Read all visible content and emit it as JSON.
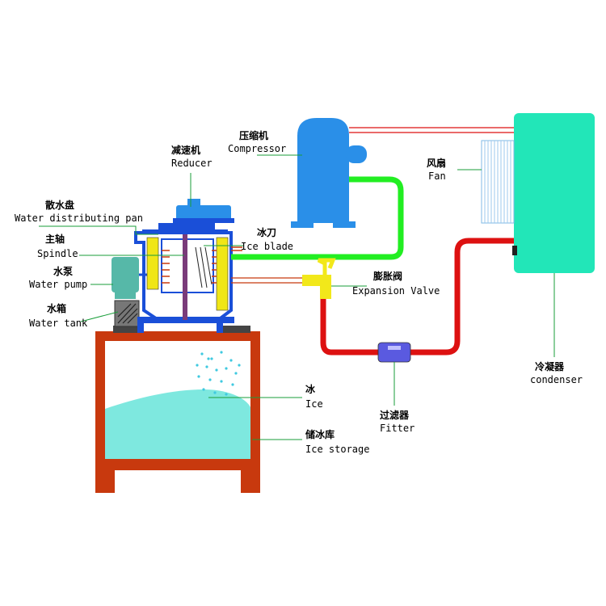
{
  "labels": {
    "compressor": {
      "zh": "压缩机",
      "en": "Compressor"
    },
    "reducer": {
      "zh": "减速机",
      "en": "Reducer"
    },
    "water_distributing_pan": {
      "zh": "散水盘",
      "en": "Water distributing pan"
    },
    "spindle": {
      "zh": "主轴",
      "en": "Spindle"
    },
    "water_pump": {
      "zh": "水泵",
      "en": "Water pump"
    },
    "water_tank": {
      "zh": "水箱",
      "en": "Water tank"
    },
    "ice_blade": {
      "zh": "冰刀",
      "en": "Ice blade"
    },
    "expansion_valve": {
      "zh": "膨胀阀",
      "en": "Expansion Valve"
    },
    "fan": {
      "zh": "风扇",
      "en": "Fan"
    },
    "condenser": {
      "zh": "冷凝器",
      "en": "condenser"
    },
    "filter": {
      "zh": "过滤器",
      "en": "Fitter"
    },
    "ice": {
      "zh": "冰",
      "en": "Ice"
    },
    "ice_storage": {
      "zh": "储冰库",
      "en": "Ice storage"
    }
  },
  "colors": {
    "storage_frame": "#c8390e",
    "ice_pile": "#7ee8df",
    "compressor": "#2a8fe8",
    "condenser": "#22e6b8",
    "suction_pipe": "#22ee22",
    "liquid_pipe": "#dd1111",
    "expansion_valve": "#f2e81a",
    "evaporator_blue": "#1a4fd8",
    "ice_maker_yellow": "#f0e616",
    "spindle_purple": "#7a3b7a",
    "pump_teal": "#56b8a8",
    "leader_line": "#1a9e3a"
  }
}
